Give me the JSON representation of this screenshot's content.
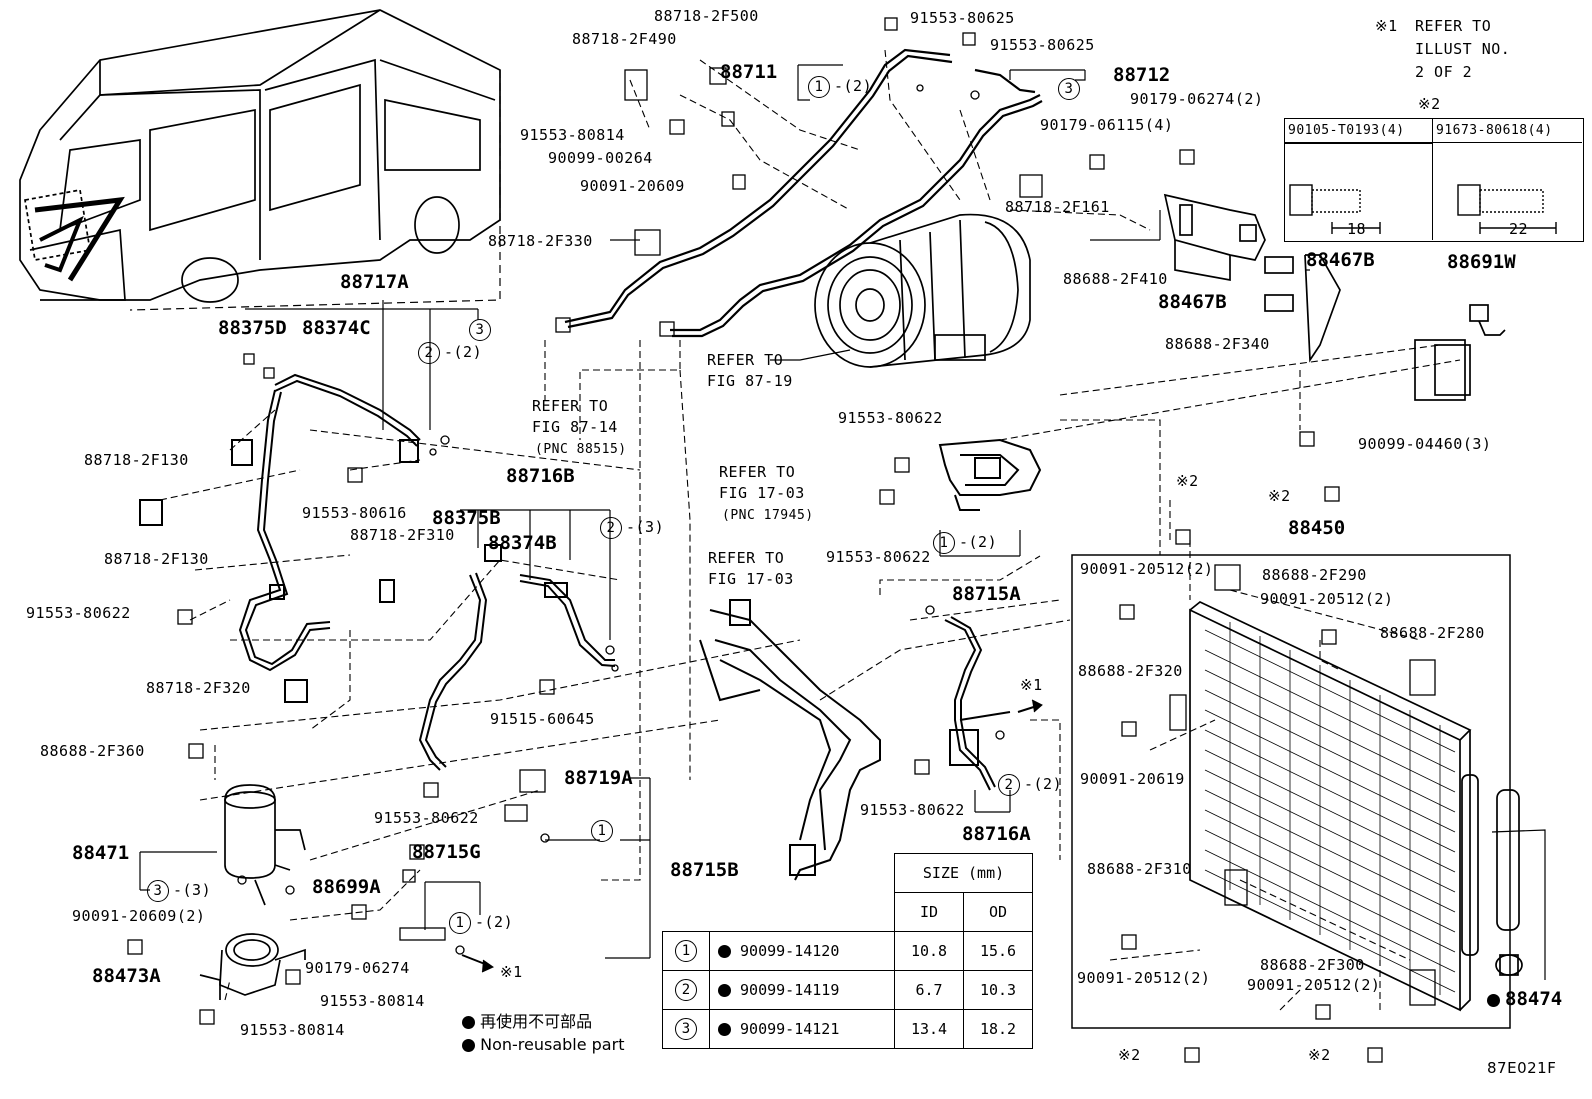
{
  "figure_code": "87E021F",
  "note_refer": {
    "mark": "※1",
    "lines": [
      "REFER TO",
      "ILLUST NO.",
      "2 OF 2"
    ]
  },
  "bolt_box": {
    "mark": "※2",
    "items": [
      {
        "part": "90105-T0193(4)",
        "dim": "18"
      },
      {
        "part": "91673-80618(4)",
        "dim": "22"
      }
    ]
  },
  "refers": [
    {
      "lines": [
        "REFER TO",
        "FIG 87-19"
      ]
    },
    {
      "lines": [
        "REFER TO",
        "FIG 87-14"
      ],
      "sub": "(PNC 88515)"
    },
    {
      "lines": [
        "REFER TO",
        "FIG 17-03"
      ],
      "sub": "(PNC 17945)"
    },
    {
      "lines": [
        "REFER TO",
        "FIG 17-03"
      ]
    }
  ],
  "big_labels": [
    "88711",
    "88712",
    "88717A",
    "88716B",
    "88375B",
    "88374B",
    "88467B",
    "88467B",
    "88691W",
    "88450",
    "88715A",
    "88716A",
    "88719A",
    "88715B",
    "88715G",
    "88699A",
    "88471",
    "88473A",
    "88474",
    "88375D",
    "88374C"
  ],
  "part_labels": [
    "88718-2F500",
    "88718-2F490",
    "91553-80625",
    "91553-80625",
    "91553-80814",
    "90099-00264",
    "90091-20609",
    "88718-2F330",
    "90179-06274(2)",
    "90179-06115(4)",
    "88718-2F161",
    "88688-2F410",
    "88688-2F340",
    "90099-04460(3)",
    "91553-80622",
    "91553-80622",
    "88718-2F130",
    "88718-2F130",
    "91553-80616",
    "88718-2F310",
    "91553-80622",
    "88718-2F320",
    "88688-2F360",
    "91515-60645",
    "91553-80622",
    "91553-80622",
    "90091-20512(2)",
    "88688-2F290",
    "90091-20512(2)",
    "88688-2F280",
    "88688-2F320",
    "90091-20619",
    "88688-2F310",
    "90091-20512(2)",
    "88688-2F300",
    "90091-20512(2)",
    "90091-20609(2)",
    "90179-06274",
    "91553-80814",
    "91553-80814"
  ],
  "callouts": [
    "1",
    "2",
    "3",
    "-(2)",
    "-(3)",
    "※1",
    "※2"
  ],
  "size_table": {
    "header": "SIZE (mm)",
    "cols": [
      "ID",
      "OD"
    ],
    "rows": [
      {
        "num": "1",
        "part": "90099-14120",
        "id": "10.8",
        "od": "15.6"
      },
      {
        "num": "2",
        "part": "90099-14119",
        "id": "6.7",
        "od": "10.3"
      },
      {
        "num": "3",
        "part": "90099-14121",
        "id": "13.4",
        "od": "18.2"
      }
    ]
  },
  "legend": {
    "jp": "再使用不可部品",
    "en": "Non-reusable part"
  }
}
